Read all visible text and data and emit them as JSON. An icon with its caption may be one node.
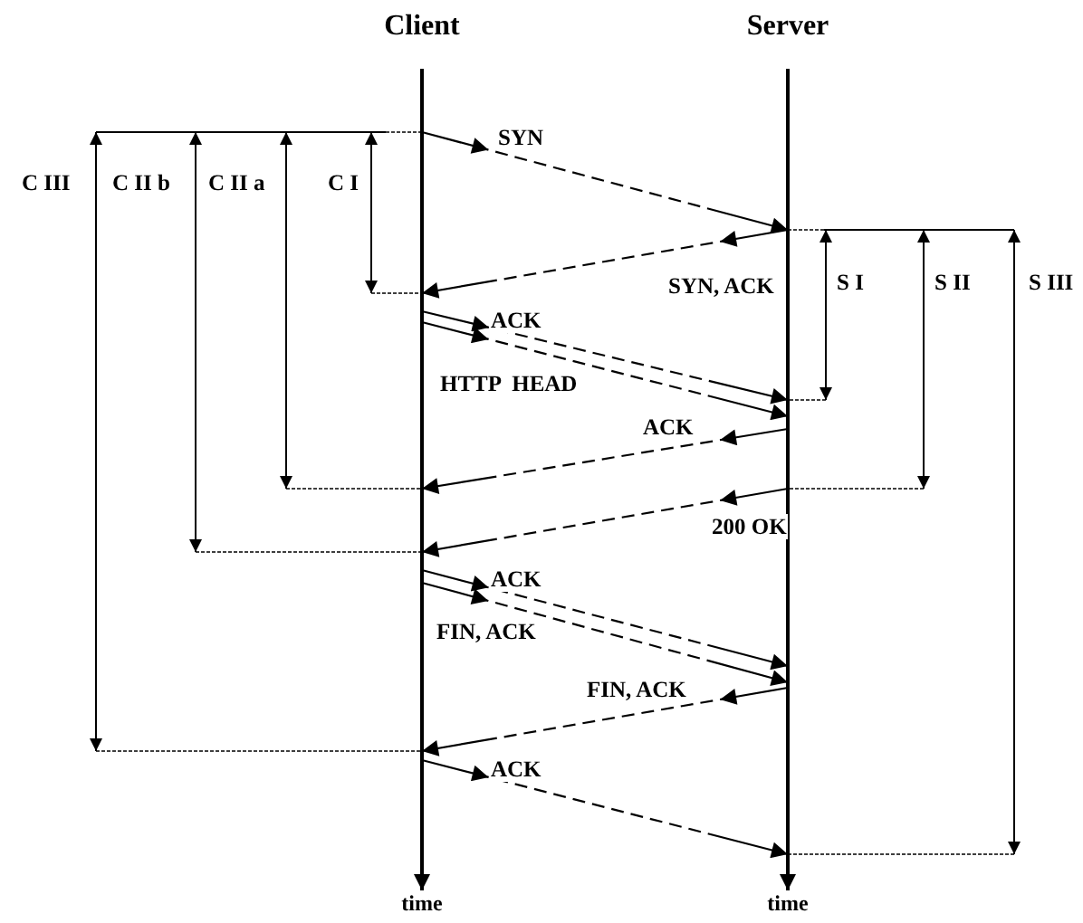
{
  "diagram": {
    "nodes": [
      {
        "text": [
          "Client",
          "time"
        ]
      },
      {
        "text": [
          "Server",
          "time"
        ]
      }
    ],
    "edges": [
      {
        "from": 0,
        "to": 1,
        "arrow": "to",
        "style": "dashed",
        "label": "SYN"
      },
      {
        "from": 1,
        "to": 0,
        "arrow": "to",
        "style": "dashed",
        "label": "SYN, ACK"
      },
      {
        "from": 0,
        "to": 1,
        "arrow": "to",
        "style": "dashed",
        "label": "ACK"
      },
      {
        "from": 0,
        "to": 1,
        "arrow": "to",
        "style": "dashed",
        "label": "HTTP  HEAD"
      },
      {
        "from": 1,
        "to": 0,
        "arrow": "to",
        "style": "dashed",
        "label": "ACK"
      },
      {
        "from": 1,
        "to": 0,
        "arrow": "to",
        "style": "dashed",
        "label": "200 OK"
      },
      {
        "from": 0,
        "to": 1,
        "arrow": "to",
        "style": "dashed",
        "label": "ACK"
      },
      {
        "from": 0,
        "to": 1,
        "arrow": "to",
        "style": "dashed",
        "label": "FIN, ACK"
      },
      {
        "from": 1,
        "to": 0,
        "arrow": "to",
        "style": "dashed",
        "label": "FIN, ACK"
      },
      {
        "from": 0,
        "to": 1,
        "arrow": "to",
        "style": "dashed",
        "label": "ACK"
      }
    ],
    "labels": [
      "C III",
      "C II b",
      "C II a",
      "C I",
      "S I",
      "S II",
      "S III"
    ]
  }
}
